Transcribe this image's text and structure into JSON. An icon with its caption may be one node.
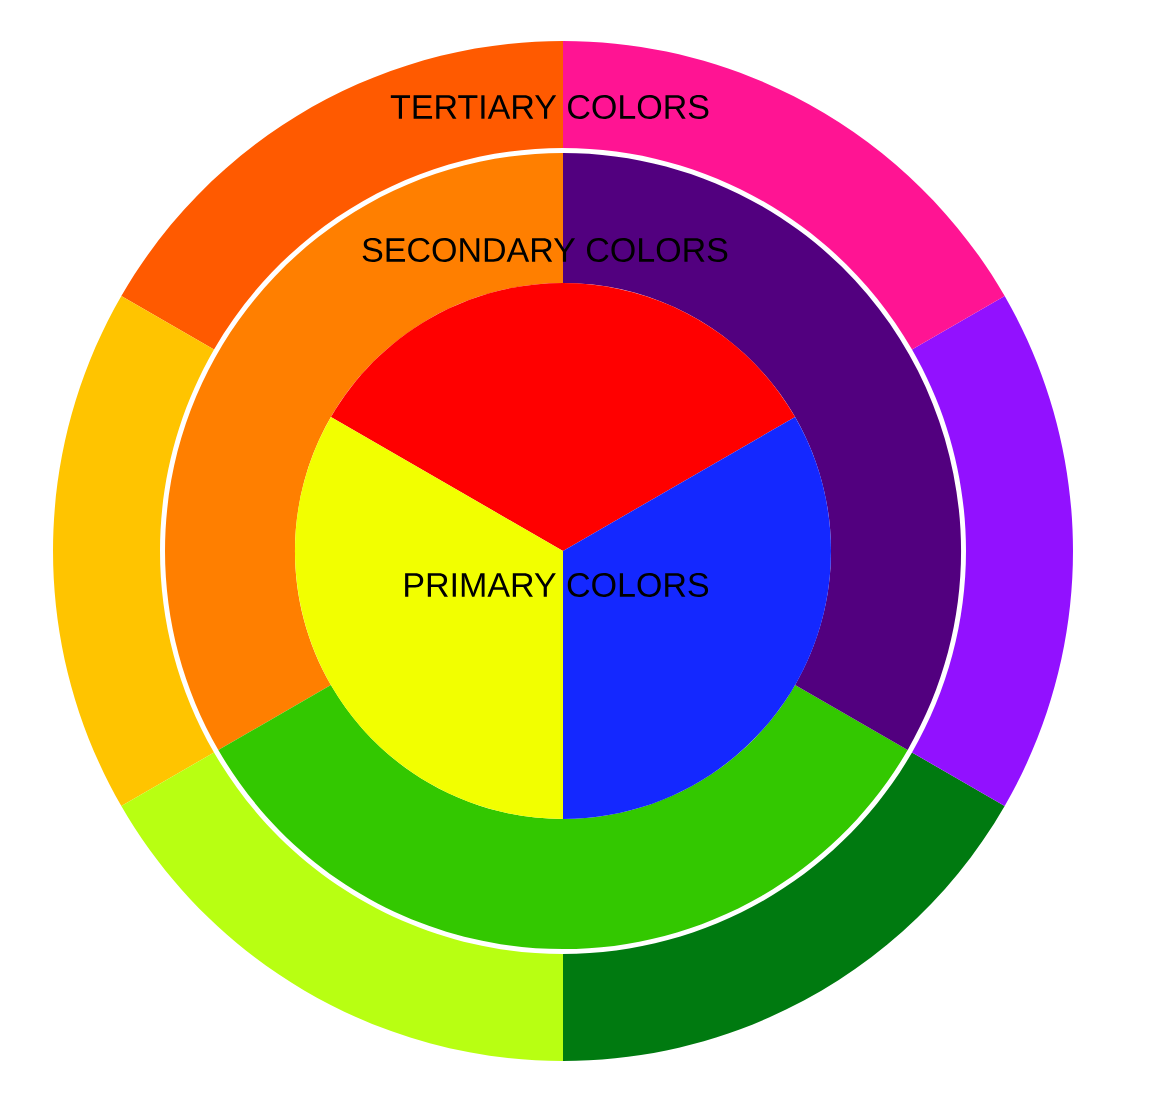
{
  "diagram": {
    "labels": [
      "TERTIARY COLORS",
      "SECONDARY COLORS",
      "PRIMARY COLORS"
    ]
  }
}
